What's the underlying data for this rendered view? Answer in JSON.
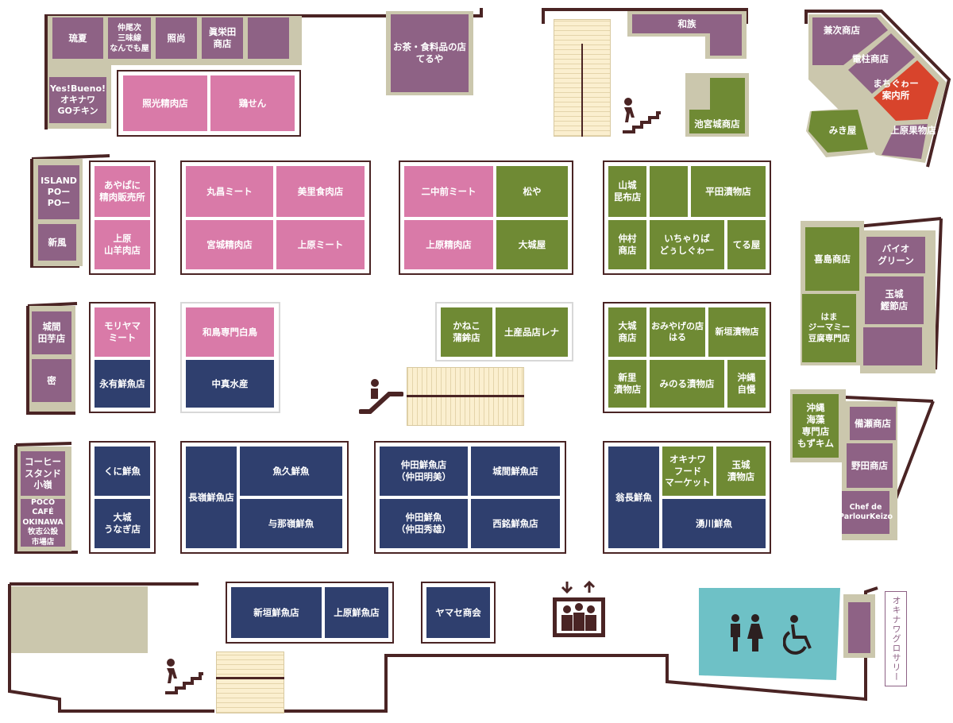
{
  "shops": {
    "ryuka": "琉夏",
    "nakaoji": "仲尾次\n三味線\nなんでも屋",
    "teruhisa": "照尚",
    "shineida": "眞栄田\n商店",
    "yesbueno": "Yes!Bueno!\nオキナワ\nGOチキン",
    "shoko_seiniku": "照光精肉店",
    "tsurusen": "鶏せん",
    "ocha": "お茶・食料品の店\nてるや",
    "wazoku": "和族",
    "ikemiyagi": "池宮城商店",
    "kaneji": "兼次商店",
    "denchu": "電柱商店",
    "machiguwa": "まちぐゎー\n案内所",
    "mikiya": "みき屋",
    "uehara_kabutsu": "上原果物店",
    "island_popo": "ISLAND\nPOー\nPOー",
    "shinpu": "新風",
    "ayabani": "あやぱに\n精肉販売所",
    "uehara_yagi": "上原\n山羊肉店",
    "marumasa": "丸昌ミート",
    "misato": "美里食肉店",
    "miyagi_seiniku": "宮城精肉店",
    "uehara_meat1": "上原ミート",
    "nichuzen": "二中前ミート",
    "matsuya": "松や",
    "uehara_seiniku": "上原精肉店",
    "oshiroya": "大城屋",
    "yamashiro_konbu": "山城\n昆布店",
    "hirata": "平田漬物店",
    "nakamura": "仲村\n商店",
    "ichariba": "いちゃりば\nどぅしぐゎー",
    "teruya2": "てる屋",
    "kishima": "喜島商店",
    "hama_tofu": "はま\nジーマミー\n豆腐専門店",
    "bio_green": "バイオ\nグリーン",
    "tamagusuku_katsuo": "玉城\n鰹節店",
    "joma_taimo": "城間\n田芋店",
    "mitsu": "密",
    "moriyama": "モリヤマ\nミート",
    "eiyu": "永有鮮魚店",
    "watori": "和鳥専門白鳥",
    "nakama_suisan": "中真水産",
    "kaneko": "かねこ\n蒲鉾店",
    "dosan_rena": "土産品店レナ",
    "oshiro_shoten": "大城\n商店",
    "omiyage_haru": "おみやげの店\nはる",
    "aragaki_tsuke": "新垣漬物店",
    "shinzato_tsuke": "新里\n漬物店",
    "minoru_tsuke": "みのる漬物店",
    "okinawa_jiman": "沖縄\n自慢",
    "coffee": "コーヒー\nスタンド\n小嶺",
    "poco": "POCO CAFÉ\nOKINAWA\n牧志公設\n市場店",
    "kuni": "くに鮮魚",
    "oshiro_unagi": "大城\nうなぎ店",
    "nagamine": "長嶺鮮魚店",
    "uokyu": "魚久鮮魚",
    "yonamine": "与那嶺鮮魚",
    "nakata_meibi": "仲田鮮魚店\n（仲田明美）",
    "joma_sengyo": "城間鮮魚店",
    "nakata_hideo": "仲田鮮魚\n（仲田秀雄）",
    "nishimei": "西銘鮮魚店",
    "okinawa_kaiso": "沖縄\n海藻\n専門店\nもずキム",
    "bisezaki": "備瀬商店",
    "noda": "野田商店",
    "chef": "Chef de\nParlourKeizo",
    "ocho": "翁長鮮魚",
    "okinawa_food": "オキナワ\nフード\nマーケット",
    "tamagusuku_tsuke": "玉城\n漬物店",
    "yukawa": "湧川鮮魚",
    "aragaki_sengyo": "新垣鮮魚店",
    "uehara_sengyo": "上原鮮魚店",
    "yamase": "ヤマセ商会",
    "okinawa_grocery": "オキナワグロサリー"
  },
  "colors": {
    "general": "#8e6285",
    "meat": "#d97aa8",
    "produce": "#6f8a34",
    "fish": "#2f3f6e",
    "info": "#d8442c",
    "restroom": "#6ec1c6",
    "wall": "#4a2424",
    "tan": "#cbc7ad",
    "stairs": "#fbefcf"
  },
  "icons": [
    "stairs-up-icon",
    "escalator-icon",
    "elevator-icon",
    "restroom-icon",
    "wheelchair-icon"
  ]
}
